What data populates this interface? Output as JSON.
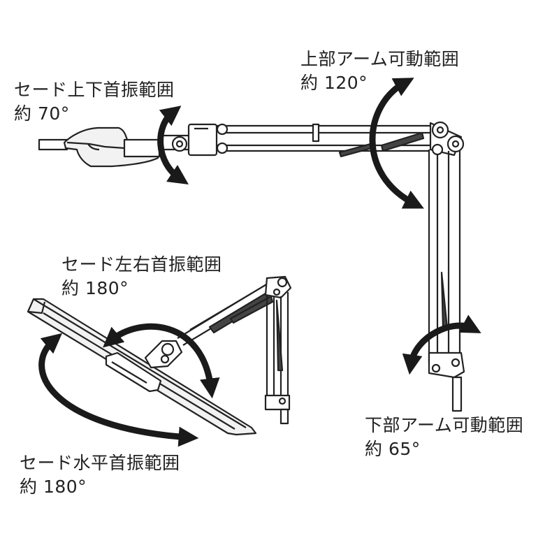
{
  "labels": {
    "shade_tilt": {
      "title": "セード上下首振範囲",
      "value": "約 70°"
    },
    "upper_arm": {
      "title": "上部アーム可動範囲",
      "value": "約 120°"
    },
    "shade_swivel_lr": {
      "title": "セード左右首振範囲",
      "value": "約 180°"
    },
    "lower_arm": {
      "title": "下部アーム可動範囲",
      "value": "約 65°"
    },
    "shade_rotate_h": {
      "title": "セード水平首振範囲",
      "value": "約 180°"
    }
  },
  "colors": {
    "line": "#222222",
    "arrow": "#1a1a1a",
    "fill": "#ffffff",
    "shade_fill": "#f2f2f2"
  }
}
